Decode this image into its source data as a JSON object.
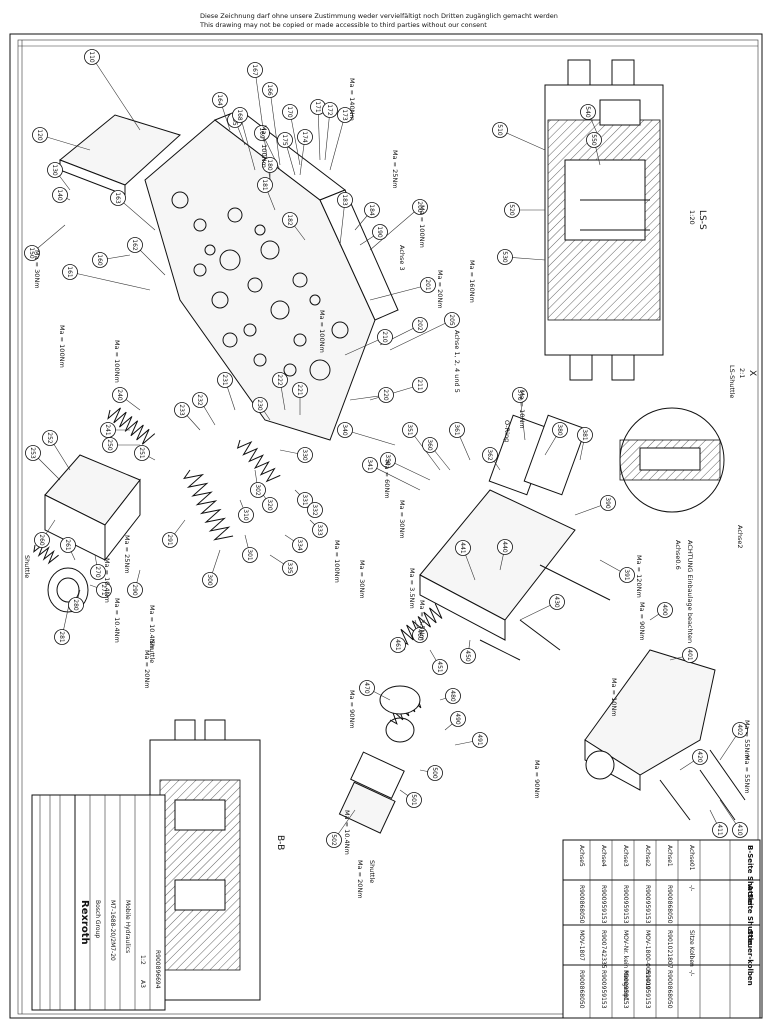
{
  "header_notes": {
    "line1": "Diese Zeichnung darf ohne unsere Zustimmung weder vervielfältigt noch Dritten zugänglich gemacht werden",
    "line2": "This drawing may not be copied or made accessible to third parties without our consent"
  },
  "section_labels": {
    "ls_s": "LS-S",
    "ls_s_scale": "1:20",
    "x_label": "X",
    "x_scale": "2:1",
    "ls_shuttle": "LS-Shuttle",
    "bb": "B-B",
    "axle2": "Achse2",
    "axle_ref": "Achse0.6",
    "actuator_note": "ACHTUNG Einbaulage beachten"
  },
  "torque_notes": [
    "Ma = 100Nm",
    "Ma = 140Nm",
    "Ma = 25Nm",
    "Ma = 100Nm",
    "Ma = 20Nm",
    "Ma = 160Nm",
    "Ma = 100Nm",
    "Ma = 30Nm",
    "Ma = 100Nm",
    "Ma = 100Nm",
    "Ma = 60Nm",
    "Ma = 10.4Nm",
    "Ma = 25Nm",
    "Ma = 30Nm",
    "Ma = 100Nm",
    "Ma = 10.4Nm",
    "Ma = 20Nm",
    "Ma = 10.4Nm",
    "Ma = 90Nm",
    "Ma = 55Nm",
    "Ma = 120Nm",
    "Ma = 90Nm",
    "Ma = 10Nm",
    "Ma = 90Nm",
    "Ma = 55Nm",
    "Ma = 10Nm",
    "Ma = 3.5Nm",
    "Ma = 3.5Nm",
    "Ma = 30Nm",
    "Ma = 10.4Nm",
    "Ma = 20Nm"
  ],
  "side_notes": {
    "axle_note": "Achse 1, 2, 4 und 5",
    "axle3": "Achse 3",
    "oring": "O-Ring",
    "shuttle": "Shuttle"
  },
  "title_block": {
    "brand": "Rexroth",
    "group": "Bosch Group",
    "part_no": "R900896694",
    "drawing_no": "M7-1688-20/2M7-20",
    "description": "Mobile Hydraulics",
    "scale": "1:2",
    "sheet": "A3"
  },
  "parts_table": {
    "headers": [
      "A-Seite Shuttle",
      "Steuer-kolben",
      "B-Seite Shuttle"
    ],
    "rows": [
      {
        "axle": "Achse01",
        "a": "-/-",
        "spool": "Sitze Kolben",
        "b": "-/-"
      },
      {
        "axle": "Achse1",
        "a": "R900868050",
        "spool": "R901021807",
        "b": "R900868050"
      },
      {
        "axle": "Achse2",
        "a": "R900959153",
        "spool": "MOV-1800-0051410",
        "b": "R900959153"
      },
      {
        "axle": "Achse3",
        "a": "R900959153",
        "spool": "MOV-Nr. kein Mengenpf.",
        "b": "R900959153"
      },
      {
        "axle": "Achse4",
        "a": "R900959153",
        "spool": "R900742335",
        "b": "R900959153"
      },
      {
        "axle": "Achse5",
        "a": "R900868050",
        "spool": "MOV-1807",
        "b": "R900868050"
      }
    ]
  },
  "balloons": [
    "110",
    "120",
    "130",
    "140",
    "150",
    "160",
    "161",
    "162",
    "163",
    "164",
    "165",
    "166",
    "167",
    "168",
    "169",
    "170",
    "171",
    "172",
    "173",
    "174",
    "175",
    "180",
    "181",
    "182",
    "183",
    "184",
    "190",
    "200",
    "201",
    "202",
    "205",
    "210",
    "211",
    "220",
    "221",
    "222",
    "230",
    "231",
    "232",
    "233",
    "240",
    "241",
    "250",
    "251",
    "252",
    "253",
    "260",
    "261",
    "270",
    "271",
    "280",
    "281",
    "290",
    "291",
    "300",
    "301",
    "302",
    "310",
    "320",
    "330",
    "331",
    "332",
    "333",
    "334",
    "335",
    "340",
    "341",
    "350",
    "351",
    "360",
    "361",
    "362",
    "370",
    "380",
    "381",
    "390",
    "391",
    "400",
    "401",
    "402",
    "410",
    "411",
    "420",
    "430",
    "440",
    "441",
    "450",
    "451",
    "460",
    "461",
    "470",
    "480",
    "490",
    "491",
    "500",
    "501",
    "502",
    "510",
    "520",
    "530",
    "540",
    "550"
  ],
  "colors": {
    "ink": "#111111",
    "paper": "#ffffff",
    "shade": "#f6f6f6"
  }
}
